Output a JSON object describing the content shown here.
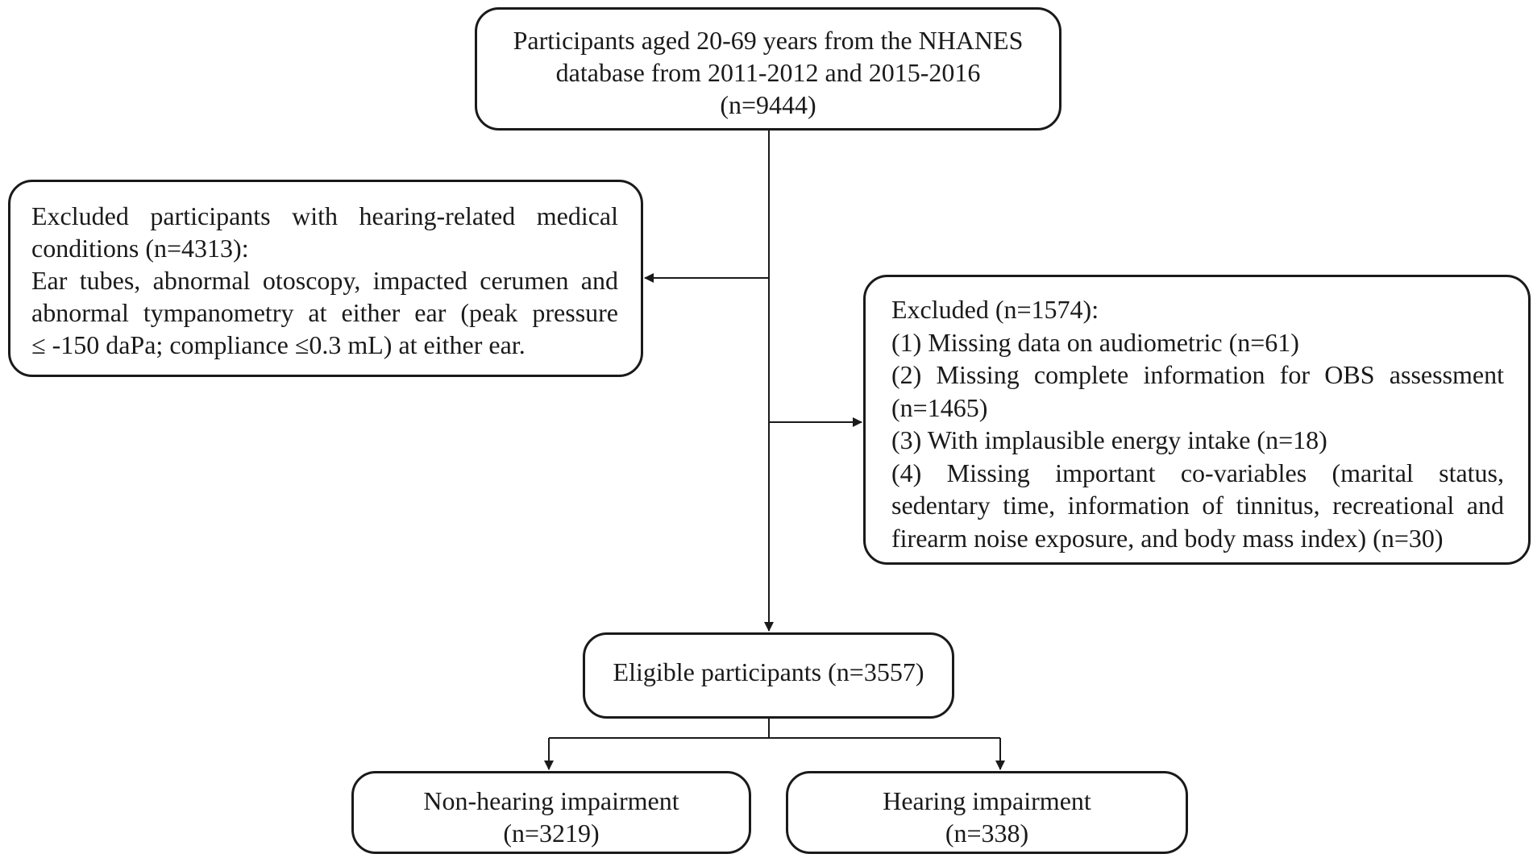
{
  "nodes": {
    "start": {
      "lines": [
        "Participants aged 20-69 years from the NHANES",
        "database  from 2011-2012 and 2015-2016",
        "(n=9444)"
      ]
    },
    "excluded_hearing": {
      "lines": [
        "Excluded  participants  with  hearing-related  medical",
        "conditions (n=4313):",
        "Ear tubes, abnormal otoscopy, impacted cerumen and",
        "abnormal tympanometry at either ear (peak pressure",
        "≤ -150 daPa; compliance ≤0.3 mL) at either ear."
      ]
    },
    "excluded_missing": {
      "lines": [
        "Excluded (n=1574):",
        "(1) Missing data on audiometric (n=61)",
        "(2)  Missing  complete  information  for  OBS  assessment",
        "(n=1465)",
        "(3) With implausible energy intake (n=18)",
        "(4)  Missing  important  co-variables  (marital  status,",
        "sedentary time, information of tinnitus, recreational and",
        "firearm noise exposure, and body mass index) (n=30)"
      ]
    },
    "eligible": {
      "lines": [
        "Eligible participants (n=3557)"
      ]
    },
    "non_hearing_impairment": {
      "lines": [
        "Non-hearing impairment",
        "(n=3219)"
      ]
    },
    "hearing_impairment": {
      "lines": [
        "Hearing impairment",
        "(n=338)"
      ]
    }
  },
  "edges": [
    {
      "from": "start",
      "to": "excluded_hearing"
    },
    {
      "from": "start",
      "to": "excluded_missing"
    },
    {
      "from": "start",
      "to": "eligible"
    },
    {
      "from": "eligible",
      "to": "non_hearing_impairment"
    },
    {
      "from": "eligible",
      "to": "hearing_impairment"
    }
  ],
  "colors": {
    "stroke": "#1a1a1a",
    "background": "#ffffff"
  }
}
